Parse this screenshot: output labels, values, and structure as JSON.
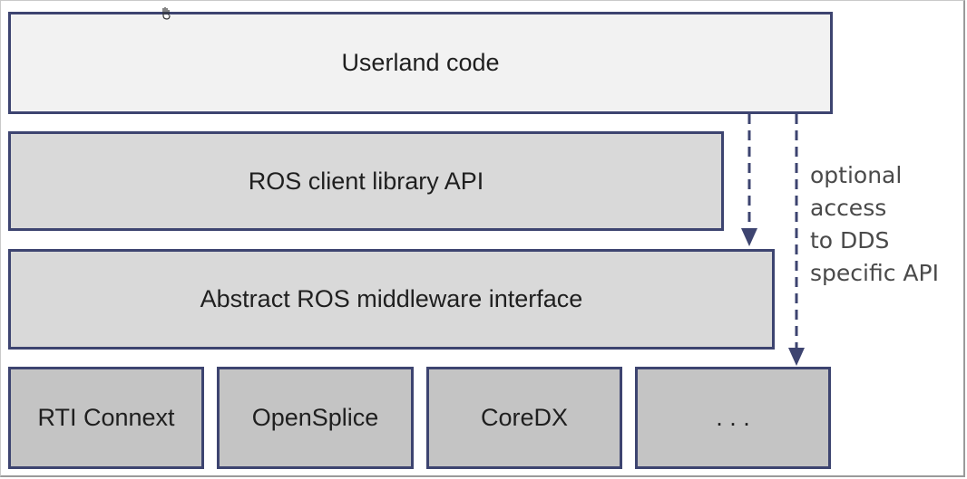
{
  "layers": {
    "userland": "Userland code",
    "client_library": "ROS client library API",
    "middleware": "Abstract ROS middleware interface"
  },
  "implementations": [
    "RTI Connext",
    "OpenSplice",
    "CoreDX",
    ". . ."
  ],
  "note_lines": [
    "optional",
    "access",
    "to DDS",
    "specific API"
  ],
  "colors": {
    "border": "#3d4470",
    "arrow": "#3d4470"
  }
}
